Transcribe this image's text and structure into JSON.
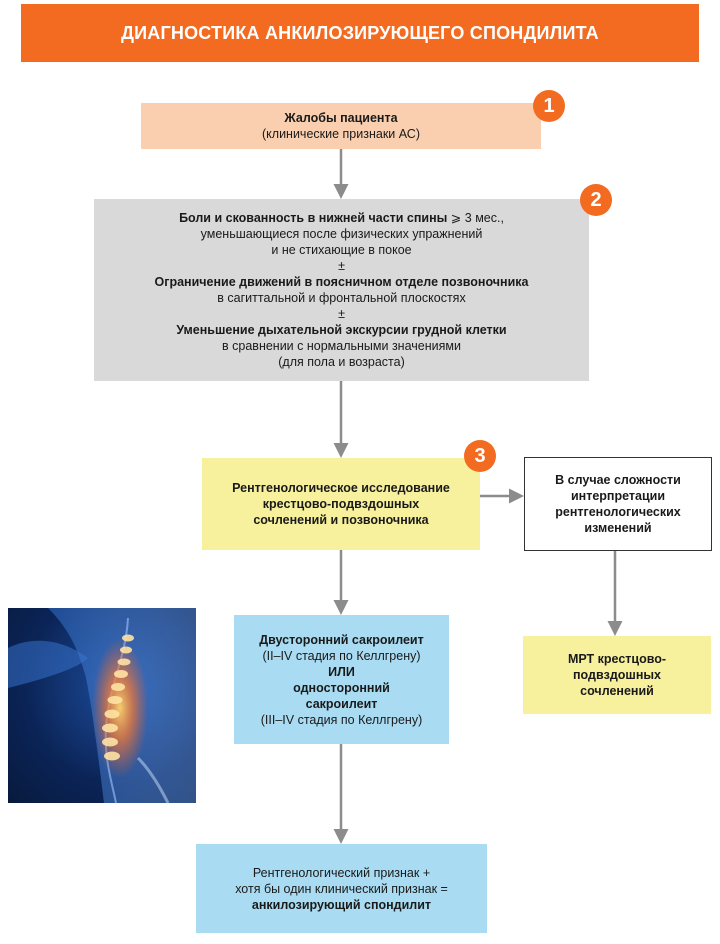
{
  "header": {
    "title": "ДИАГНОСТИКА АНКИЛОЗИРУЮЩЕГО СПОНДИЛИТА"
  },
  "badges": [
    "1",
    "2",
    "3"
  ],
  "step1": {
    "title": "Жалобы пациента",
    "subtitle": "(клинические признаки АС)"
  },
  "step2": {
    "line1_bold": "Боли и скованность в нижней части спины",
    "line1_rest": " ⩾ 3 мес.,",
    "line2": "уменьшающиеся после физических упражнений",
    "line3": "и не стихающие в покое",
    "pm1": "±",
    "line4_bold": "Ограничение движений в поясничном отделе позвоночника",
    "line5": "в сагиттальной и фронтальной плоскостях",
    "pm2": "±",
    "line6_bold": "Уменьшение дыхательной экскурсии грудной клетки",
    "line7": "в сравнении с нормальными значениями",
    "line8": "(для пола и возраста)"
  },
  "step3": {
    "line1": "Рентгенологическое исследование",
    "line2": "крестцово-подвздошных",
    "line3": "сочленений и позвоночника"
  },
  "side_box": {
    "line1": "В случае сложности",
    "line2": "интерпретации",
    "line3": "рентгенологических",
    "line4": "изменений"
  },
  "mri_box": {
    "line1": "МРТ крестцово-",
    "line2": "подвздошных",
    "line3": "сочленений"
  },
  "sacroiliitis": {
    "line1_bold": "Двусторонний сакроилеит",
    "line2": "(II–IV стадия по Келлгрену)",
    "line3_bold": "ИЛИ",
    "line4_bold": "односторонний",
    "line5_bold": "сакроилеит",
    "line6": "(III–IV стадия по Келлгрену)"
  },
  "conclusion": {
    "line1": "Рентгенологический признак +",
    "line2": "хотя бы один клинический признак =",
    "line3_bold": "анкилозирующий спондилит"
  },
  "colors": {
    "accent": "#f26b21",
    "peach": "#f9cfb0",
    "gray": "#d9d9d9",
    "yellow": "#f7f09d",
    "blue": "#a9dcf2",
    "arrow": "#8c8c8c"
  }
}
